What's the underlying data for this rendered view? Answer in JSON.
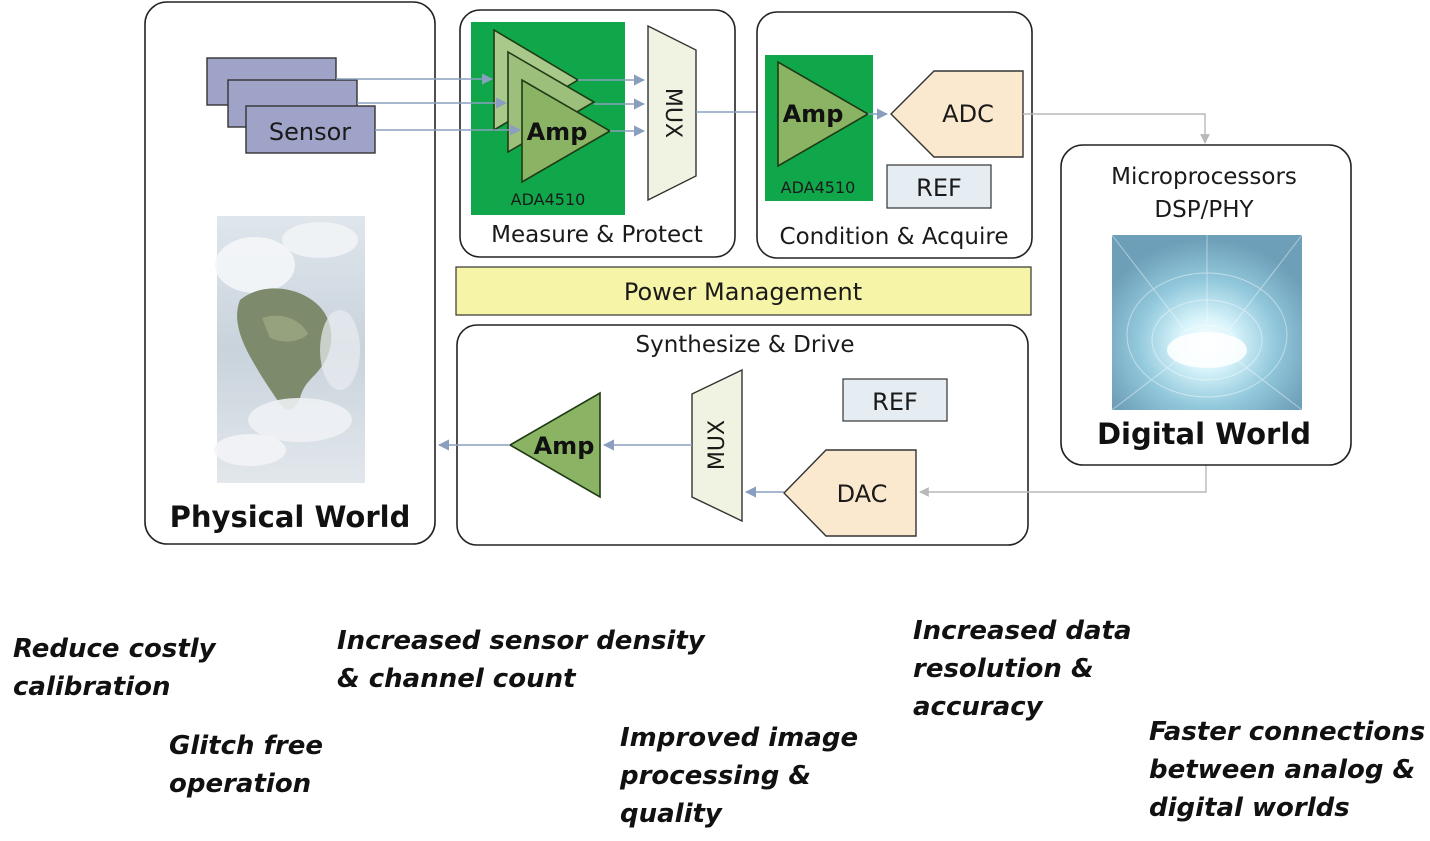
{
  "panels": {
    "physical": {
      "title": "Physical World",
      "sensor_label": "Sensor"
    },
    "measure": {
      "title": "Measure & Protect",
      "amp_label": "Amp",
      "chip_label": "ADA4510",
      "mux_label": "MUX"
    },
    "condition": {
      "title": "Condition & Acquire",
      "amp_label": "Amp",
      "chip_label": "ADA4510",
      "adc_label": "ADC",
      "ref_label": "REF"
    },
    "power": {
      "label": "Power Management"
    },
    "synth": {
      "title": "Synthesize & Drive",
      "amp_label": "Amp",
      "mux_label": "MUX",
      "dac_label": "DAC",
      "ref_label": "REF"
    },
    "digital": {
      "line1": "Microprocessors",
      "line2": "DSP/PHY",
      "title": "Digital World"
    }
  },
  "benefits": [
    {
      "lines": [
        "Reduce costly",
        "calibration"
      ]
    },
    {
      "lines": [
        "Glitch free",
        "operation"
      ]
    },
    {
      "lines": [
        "Increased sensor density",
        "& channel count"
      ]
    },
    {
      "lines": [
        "Improved image",
        "processing &",
        "quality"
      ]
    },
    {
      "lines": [
        "Increased data",
        "resolution &",
        "accuracy"
      ]
    },
    {
      "lines": [
        "Faster connections",
        "between analog &",
        "digital worlds"
      ]
    }
  ],
  "colors": {
    "chip_green": "#10a74b",
    "amp_green": "#8ab464",
    "amp_green_light": "#a9c98a",
    "sensor_fill": "#9fa3c8",
    "mux_fill": "#f1f3e2",
    "converter_fill": "#fae9cf",
    "ref_fill": "#e6edf2",
    "power_fill": "#f6f4a6",
    "arrow": "#8a9fbf"
  },
  "icons": {
    "earth": "earth-globe-image",
    "digital": "binary-data-tunnel-image"
  }
}
